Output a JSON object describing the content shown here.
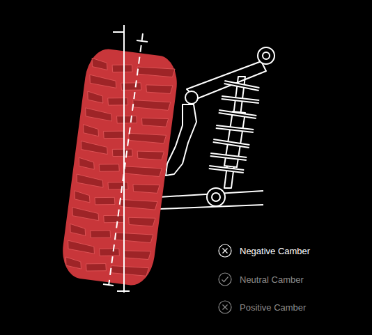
{
  "diagram": {
    "legend": [
      {
        "text": "Negative Camber"
      },
      {
        "text": "Neutral Camber"
      },
      {
        "text": "Positive Camber"
      }
    ]
  }
}
